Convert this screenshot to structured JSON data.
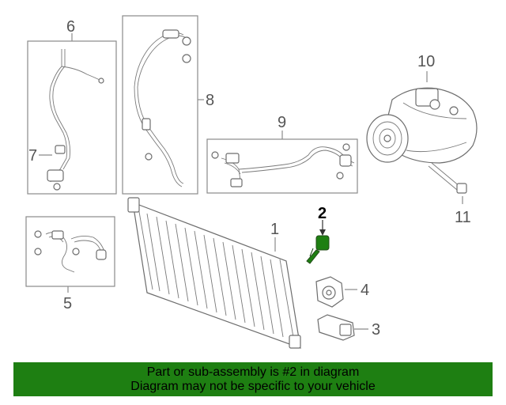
{
  "callouts": {
    "c1": "1",
    "c2": "2",
    "c3": "3",
    "c4": "4",
    "c5": "5",
    "c6": "6",
    "c7": "7",
    "c8": "8",
    "c9": "9",
    "c10": "10",
    "c11": "11"
  },
  "highlight_part": "2",
  "colors": {
    "banner": "#1e7f12",
    "highlight": "#1e7f12"
  },
  "banner": {
    "line1": "Part or sub-assembly is #2 in diagram",
    "line2": "Diagram may not be specific to your vehicle"
  }
}
